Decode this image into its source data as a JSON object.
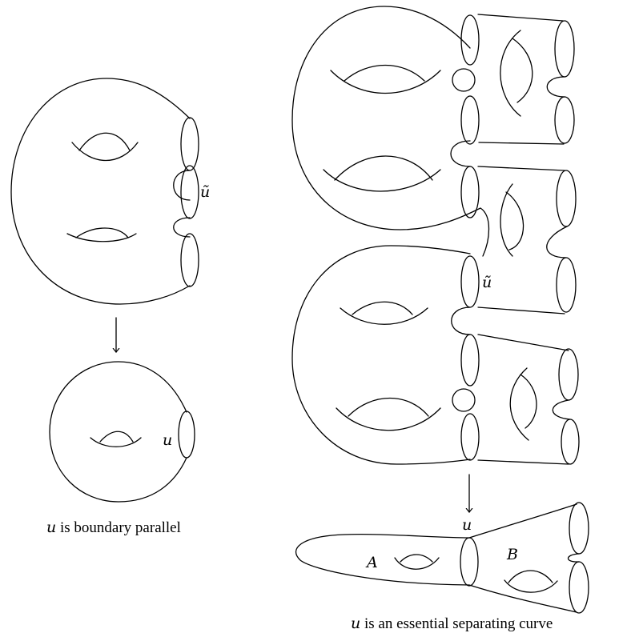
{
  "left_panel": {
    "label_u_tilde": "ũ",
    "label_u": "u",
    "caption_var": "u",
    "caption_text": " is boundary parallel"
  },
  "right_panel": {
    "label_u_tilde": "ũ",
    "label_u": "u",
    "label_A": "A",
    "label_B": "B",
    "caption_var": "u",
    "caption_text": " is an essential separating curve"
  }
}
